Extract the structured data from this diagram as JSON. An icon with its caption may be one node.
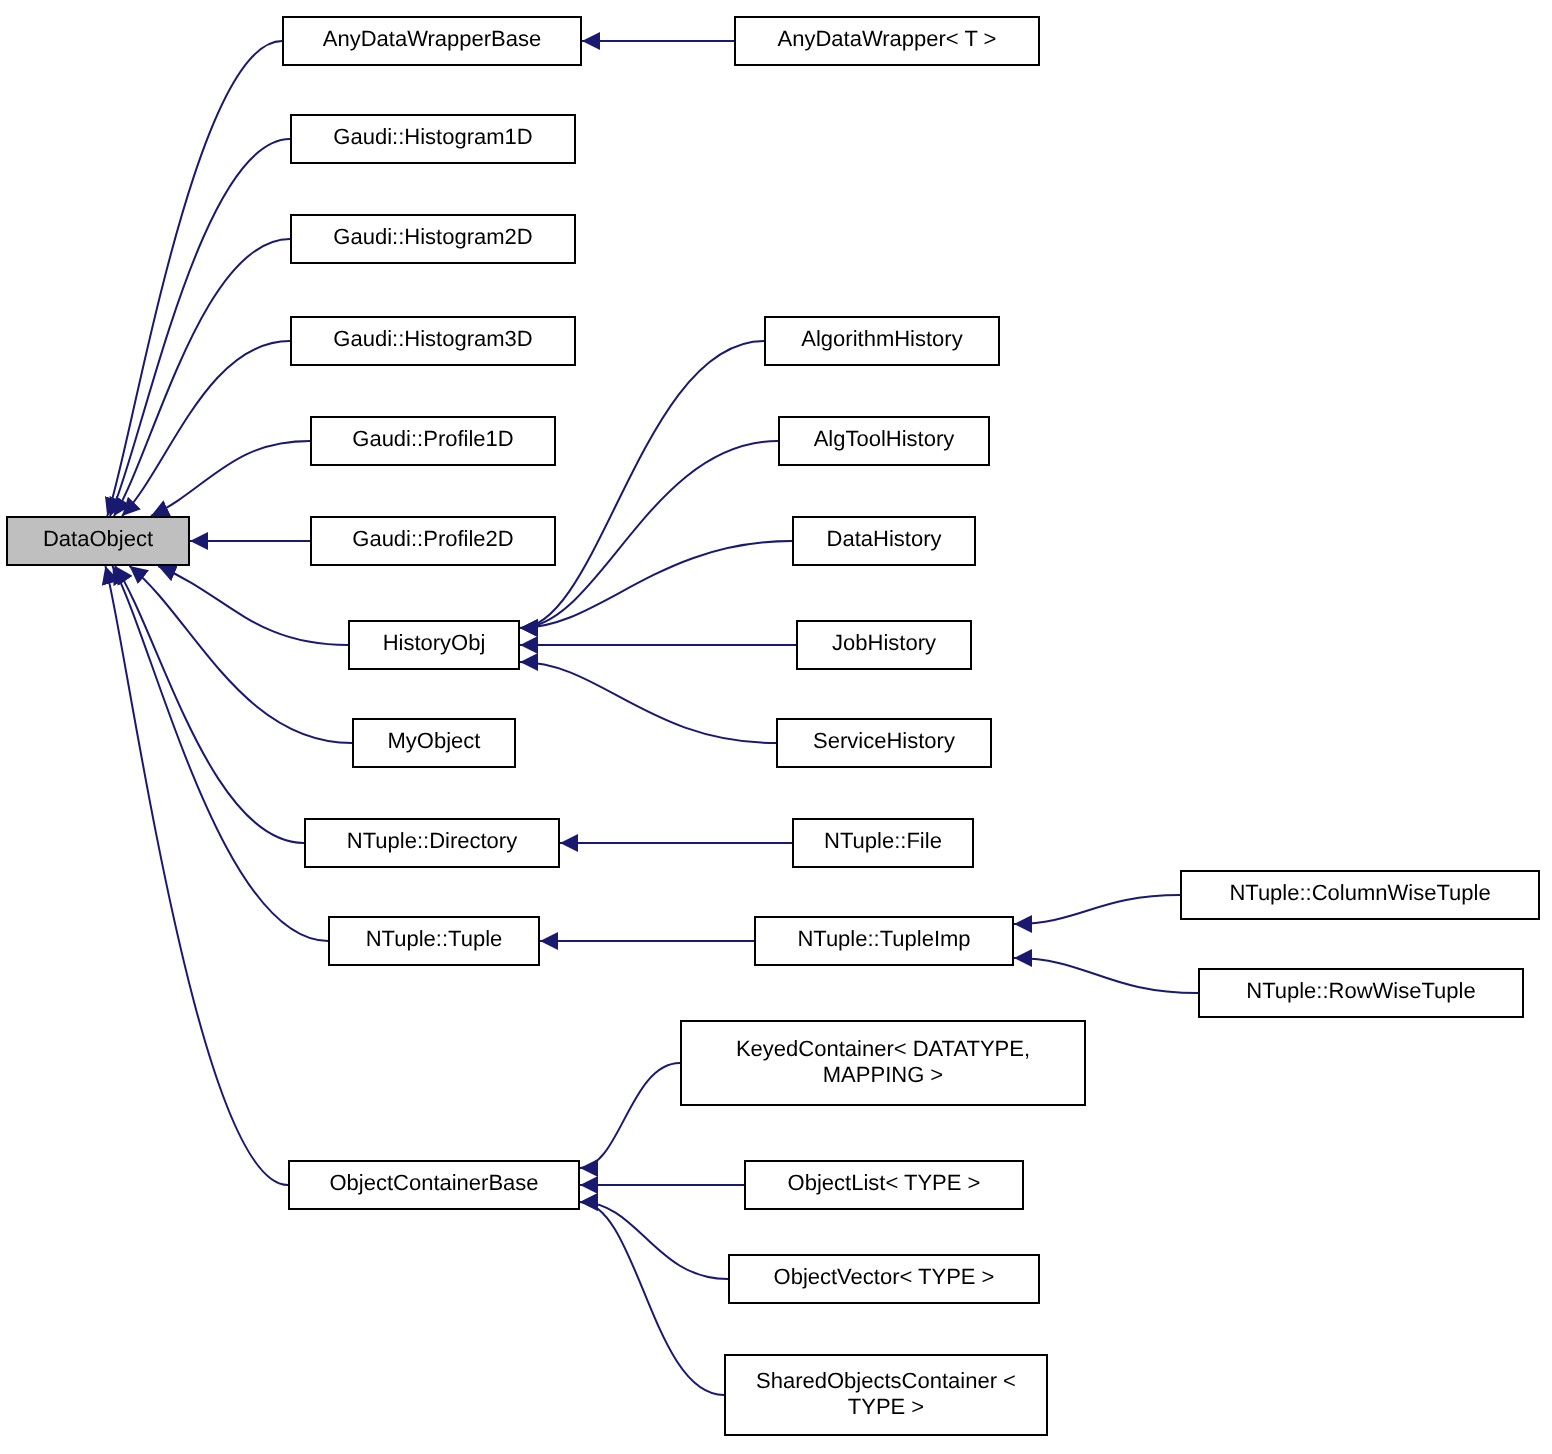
{
  "diagram": {
    "nodes": [
      {
        "text": [
          "DataObject"
        ]
      },
      {
        "text": [
          "AnyDataWrapperBase"
        ]
      },
      {
        "text": [
          "AnyDataWrapper< T >"
        ]
      },
      {
        "text": [
          "Gaudi::Histogram1D"
        ]
      },
      {
        "text": [
          "Gaudi::Histogram2D"
        ]
      },
      {
        "text": [
          "Gaudi::Histogram3D"
        ]
      },
      {
        "text": [
          "Gaudi::Profile1D"
        ]
      },
      {
        "text": [
          "Gaudi::Profile2D"
        ]
      },
      {
        "text": [
          "HistoryObj"
        ]
      },
      {
        "text": [
          "AlgorithmHistory"
        ]
      },
      {
        "text": [
          "AlgToolHistory"
        ]
      },
      {
        "text": [
          "DataHistory"
        ]
      },
      {
        "text": [
          "JobHistory"
        ]
      },
      {
        "text": [
          "ServiceHistory"
        ]
      },
      {
        "text": [
          "MyObject"
        ]
      },
      {
        "text": [
          "NTuple::Directory"
        ]
      },
      {
        "text": [
          "NTuple::File"
        ]
      },
      {
        "text": [
          "NTuple::Tuple"
        ]
      },
      {
        "text": [
          "NTuple::TupleImp"
        ]
      },
      {
        "text": [
          "NTuple::ColumnWiseTuple"
        ]
      },
      {
        "text": [
          "NTuple::RowWiseTuple"
        ]
      },
      {
        "text": [
          "ObjectContainerBase"
        ]
      },
      {
        "text": [
          "KeyedContainer< DATATYPE, MAPPING >"
        ]
      },
      {
        "text": [
          "ObjectList< TYPE >"
        ]
      },
      {
        "text": [
          "ObjectVector< TYPE >"
        ]
      },
      {
        "text": [
          "SharedObjectsContainer < TYPE >"
        ]
      }
    ],
    "edges": [
      {
        "from": 1,
        "to": 0,
        "arrow": "to"
      },
      {
        "from": 3,
        "to": 0,
        "arrow": "to"
      },
      {
        "from": 4,
        "to": 0,
        "arrow": "to"
      },
      {
        "from": 5,
        "to": 0,
        "arrow": "to"
      },
      {
        "from": 6,
        "to": 0,
        "arrow": "to"
      },
      {
        "from": 7,
        "to": 0,
        "arrow": "to"
      },
      {
        "from": 8,
        "to": 0,
        "arrow": "to"
      },
      {
        "from": 14,
        "to": 0,
        "arrow": "to"
      },
      {
        "from": 15,
        "to": 0,
        "arrow": "to"
      },
      {
        "from": 17,
        "to": 0,
        "arrow": "to"
      },
      {
        "from": 21,
        "to": 0,
        "arrow": "to"
      },
      {
        "from": 2,
        "to": 1,
        "arrow": "to"
      },
      {
        "from": 9,
        "to": 8,
        "arrow": "to"
      },
      {
        "from": 10,
        "to": 8,
        "arrow": "to"
      },
      {
        "from": 11,
        "to": 8,
        "arrow": "to"
      },
      {
        "from": 12,
        "to": 8,
        "arrow": "to"
      },
      {
        "from": 13,
        "to": 8,
        "arrow": "to"
      },
      {
        "from": 16,
        "to": 15,
        "arrow": "to"
      },
      {
        "from": 18,
        "to": 17,
        "arrow": "to"
      },
      {
        "from": 19,
        "to": 18,
        "arrow": "to"
      },
      {
        "from": 20,
        "to": 18,
        "arrow": "to"
      },
      {
        "from": 22,
        "to": 21,
        "arrow": "to"
      },
      {
        "from": 23,
        "to": 21,
        "arrow": "to"
      },
      {
        "from": 24,
        "to": 21,
        "arrow": "to"
      },
      {
        "from": 25,
        "to": 21,
        "arrow": "to"
      }
    ]
  }
}
